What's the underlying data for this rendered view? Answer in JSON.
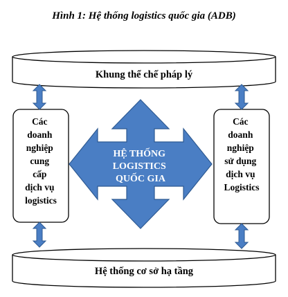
{
  "figure": {
    "title": "Hình 1: Hệ thống logistics quốc gia (ADB)"
  },
  "top_cylinder": {
    "label": "Khung thể chế pháp lý"
  },
  "bottom_cylinder": {
    "label": "Hệ thống cơ sở hạ tầng"
  },
  "left_box": {
    "lines": [
      "Các",
      "doanh",
      "nghiệp",
      "cung",
      "cấp",
      "dịch vụ",
      "logistics"
    ]
  },
  "right_box": {
    "lines": [
      "Các",
      "doanh",
      "nghiệp",
      "sử dụng",
      "dịch vụ",
      "Logistics"
    ]
  },
  "center": {
    "lines": [
      "HỆ THỐNG",
      "LOGISTICS",
      "QUỐC GIA"
    ]
  },
  "colors": {
    "arrow_fill": "#4a7ec4",
    "arrow_stroke": "#2e5a92",
    "connector_fill": "#4a7ec4",
    "center_text": "#ffffff",
    "outline": "#000000"
  }
}
